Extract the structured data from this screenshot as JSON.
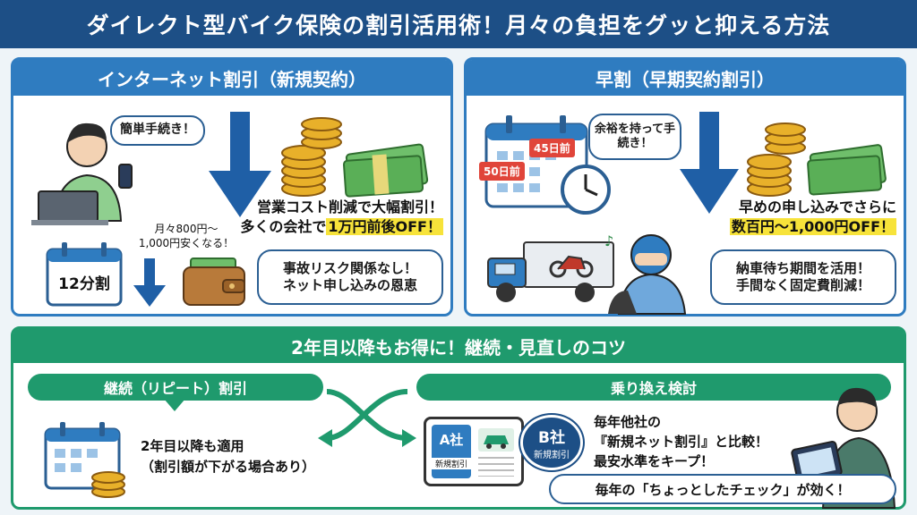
{
  "title": "ダイレクト型バイク保険の割引活用術！月々の負担をグッと抑える方法",
  "internet": {
    "heading": "インターネット割引（新規契約）",
    "bubble": "簡単手続き！",
    "main_line1": "営業コスト削減で大幅割引！",
    "main_line2_pre": "多くの会社で",
    "main_line2_hl": "1万円前後OFF！",
    "monthly_note_1": "月々800円〜",
    "monthly_note_2": "1,000円安くなる！",
    "calendar_label": "12分割",
    "bubble2_line1": "事故リスク関係なし！",
    "bubble2_line2": "ネット申し込みの恩恵"
  },
  "early": {
    "heading": "早割（早期契約割引）",
    "tag_45": "45日前",
    "tag_50": "50日前",
    "bubble": "余裕を持って手続き！",
    "main_line1": "早めの申し込みでさらに",
    "main_line2_hl": "数百円〜1,000円OFF！",
    "bubble2_line1": "納車待ち期間を活用！",
    "bubble2_line2": "手間なく固定費削減！"
  },
  "continue": {
    "heading": "2年目以降もお得に！継続・見直しのコツ",
    "repeat_label": "継続（リピート）割引",
    "repeat_text1": "2年目以降も適用",
    "repeat_text2": "（割引額が下がる場合あり）",
    "switch_label": "乗り換え検討",
    "company_a": "A社",
    "company_a_sub": "新規割引",
    "company_b": "B社",
    "company_b_sub": "新規割引",
    "compare_line1": "毎年他社の",
    "compare_line2": "『新規ネット割引』と比較！",
    "compare_line3": "最安水準をキープ！",
    "footer_bubble": "毎年の「ちょっとしたチェック」が効く！"
  },
  "colors": {
    "navy": "#1d4f86",
    "blue": "#2f7cc0",
    "green": "#1f9a6d",
    "highlight": "#f7e33a"
  }
}
